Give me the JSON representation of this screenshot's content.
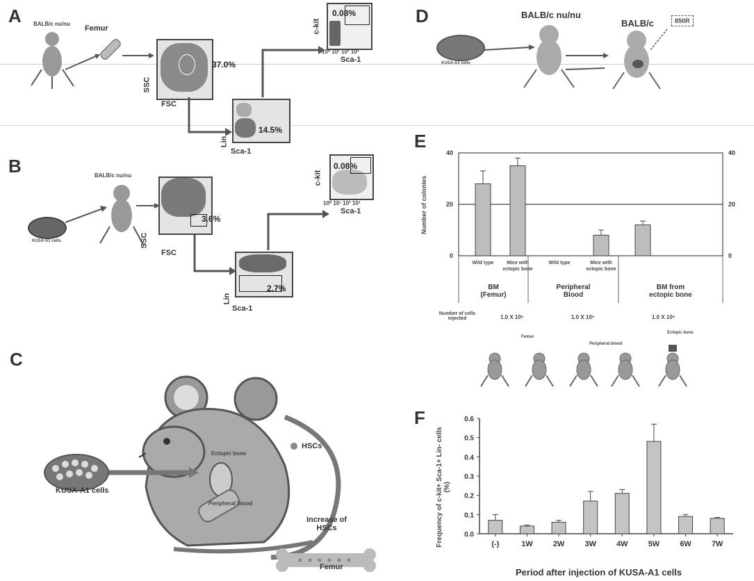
{
  "panels": {
    "a": {
      "letter": "A",
      "mouse_label": "BALB/c nu/nu",
      "organ_label": "Femur",
      "gate1": {
        "pct": "37.0%",
        "xaxis": "FSC",
        "yaxis": "SSC"
      },
      "gate2": {
        "pct": "14.5%",
        "xaxis": "Sca-1",
        "yaxis": "Lin"
      },
      "gate3": {
        "pct": "0.08%",
        "xaxis": "Sca-1",
        "yaxis": "c-kit",
        "ticks": "10⁰ 10¹ 10² 10³"
      }
    },
    "b": {
      "letter": "B",
      "mouse_label": "BALB/c nu/nu",
      "dish_label": "KUSA-A1 cells",
      "gate1": {
        "pct": "3.6%",
        "xaxis": "FSC",
        "yaxis": "SSC"
      },
      "gate2": {
        "pct": "2.7%",
        "xaxis": "Sca-1",
        "yaxis": "Lin"
      },
      "gate3": {
        "pct": "0.08%",
        "xaxis": "Sca-1",
        "yaxis": "c-kit",
        "ticks": "10⁰ 10¹ 10² 10³"
      }
    },
    "c": {
      "letter": "C",
      "dish_label": "KUSA-A1 cells",
      "ectopic": "Ectopic bone",
      "blood": "Peripheral blood",
      "hsc_legend": "HSCs",
      "increase": "Increase of HSCs",
      "femur": "Femur"
    },
    "d": {
      "letter": "D",
      "dish_label": "KUSA-A1 cells",
      "mouse1": "BALB/c nu/nu",
      "mouse2": "BALB/c",
      "rad": "850R"
    },
    "e": {
      "letter": "E",
      "ylabel": "Number of colonies",
      "groups": [
        {
          "name": "BM (Femur)",
          "cells": "1.0 X 10⁵",
          "bars": [
            "Wild type",
            "Mice with ectopic bone"
          ]
        },
        {
          "name": "Peripheral Blood",
          "cells": "1.0 X 10⁵",
          "bars": [
            "Wild type",
            "Mice with ectopic bone"
          ]
        },
        {
          "name": "BM from ectopic bone",
          "cells": "1.0 X 10⁵",
          "bars": [
            ""
          ]
        }
      ],
      "cells_label": "Number of cells injected",
      "femur_note": "Femur",
      "blood_note": "Peripheral blood",
      "bone_note": "Ectopic bone",
      "ticks_left": [
        "0",
        "20",
        "40"
      ],
      "ticks_right": [
        "0",
        "20",
        "40"
      ]
    },
    "f": {
      "letter": "F",
      "ylabel": "Frequency of c-kit+ Sca-1+ Lin- cells (%)",
      "xlabel": "Period after injection of KUSA-A1 cells"
    }
  },
  "chart_data": [
    {
      "type": "bar",
      "categories": [
        "Wild type",
        "Mice with ectopic bone",
        "Wild type",
        "Mice with ectopic bone",
        "BM from ectopic bone"
      ],
      "values": [
        28,
        35,
        0,
        8,
        12
      ],
      "errors": [
        5,
        3,
        0,
        2,
        1.5
      ],
      "ylabel": "Number of colonies",
      "ylim": [
        0,
        40
      ]
    },
    {
      "type": "bar",
      "categories": [
        "(-)",
        "1W",
        "2W",
        "3W",
        "4W",
        "5W",
        "6W",
        "7W"
      ],
      "values": [
        0.07,
        0.04,
        0.06,
        0.17,
        0.21,
        0.48,
        0.09,
        0.08
      ],
      "errors": [
        0.03,
        0.005,
        0.01,
        0.05,
        0.02,
        0.09,
        0.01,
        0.005
      ],
      "xlabel": "Period after injection of KUSA-A1 cells",
      "ylabel": "Frequency of c-kit+ Sca-1+ Lin- cells (%)",
      "ylim": [
        0,
        0.6
      ],
      "yticks": [
        "0.0",
        "0.1",
        "0.2",
        "0.3",
        "0.4",
        "0.5",
        "0.6"
      ]
    }
  ]
}
